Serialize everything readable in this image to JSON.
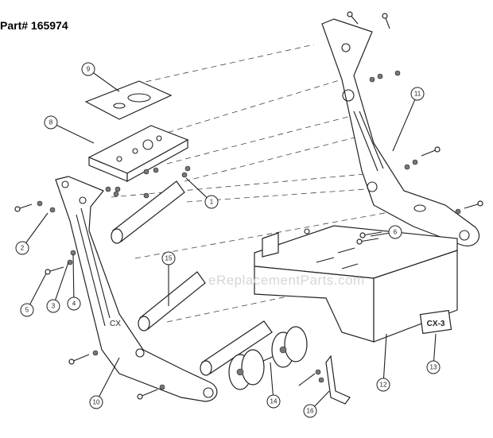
{
  "title": "Part# 165974",
  "watermark": "eReplacementParts.com",
  "callouts": [
    "1",
    "2",
    "3",
    "4",
    "5",
    "6",
    "8",
    "9",
    "10",
    "11",
    "12",
    "13",
    "14",
    "15",
    "16"
  ],
  "decal_text": "CX-3"
}
